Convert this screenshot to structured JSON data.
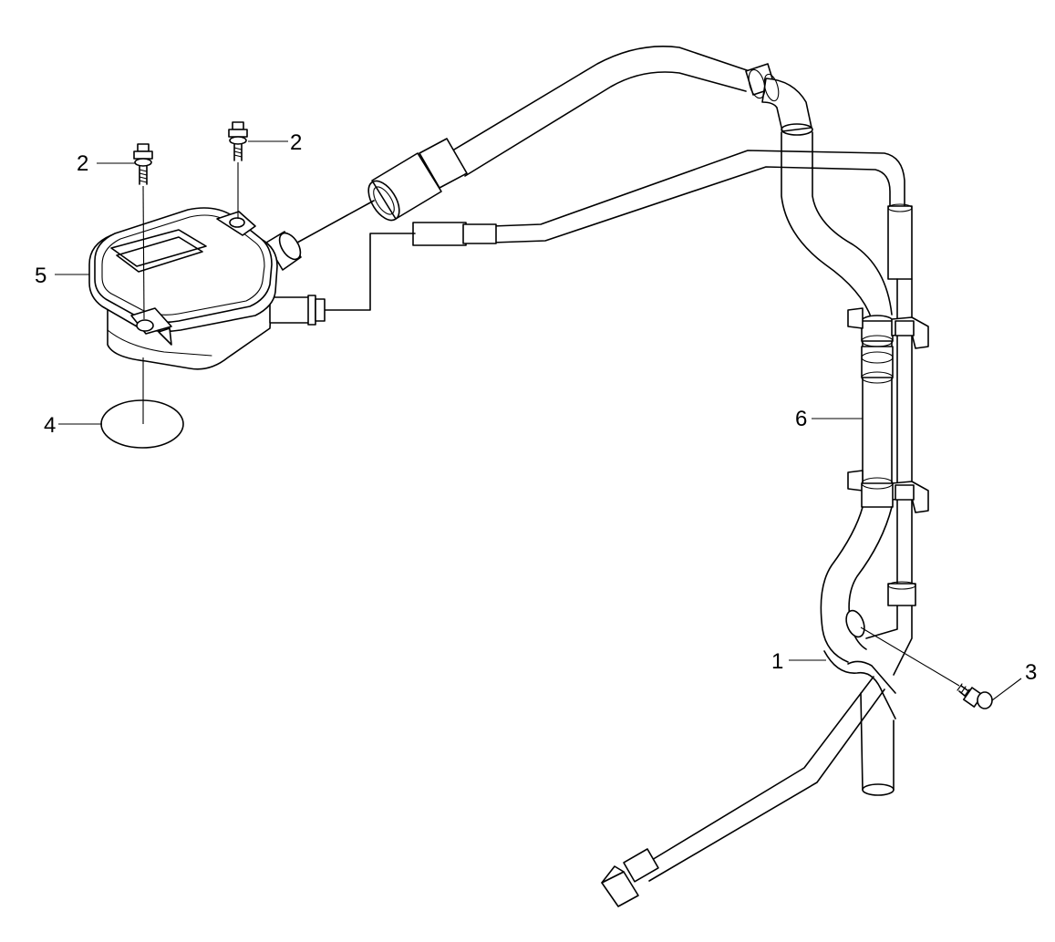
{
  "callouts": {
    "part_1": "1",
    "part_2_left": "2",
    "part_2_right": "2",
    "part_3": "3",
    "part_4": "4",
    "part_5": "5",
    "part_6": "6"
  }
}
